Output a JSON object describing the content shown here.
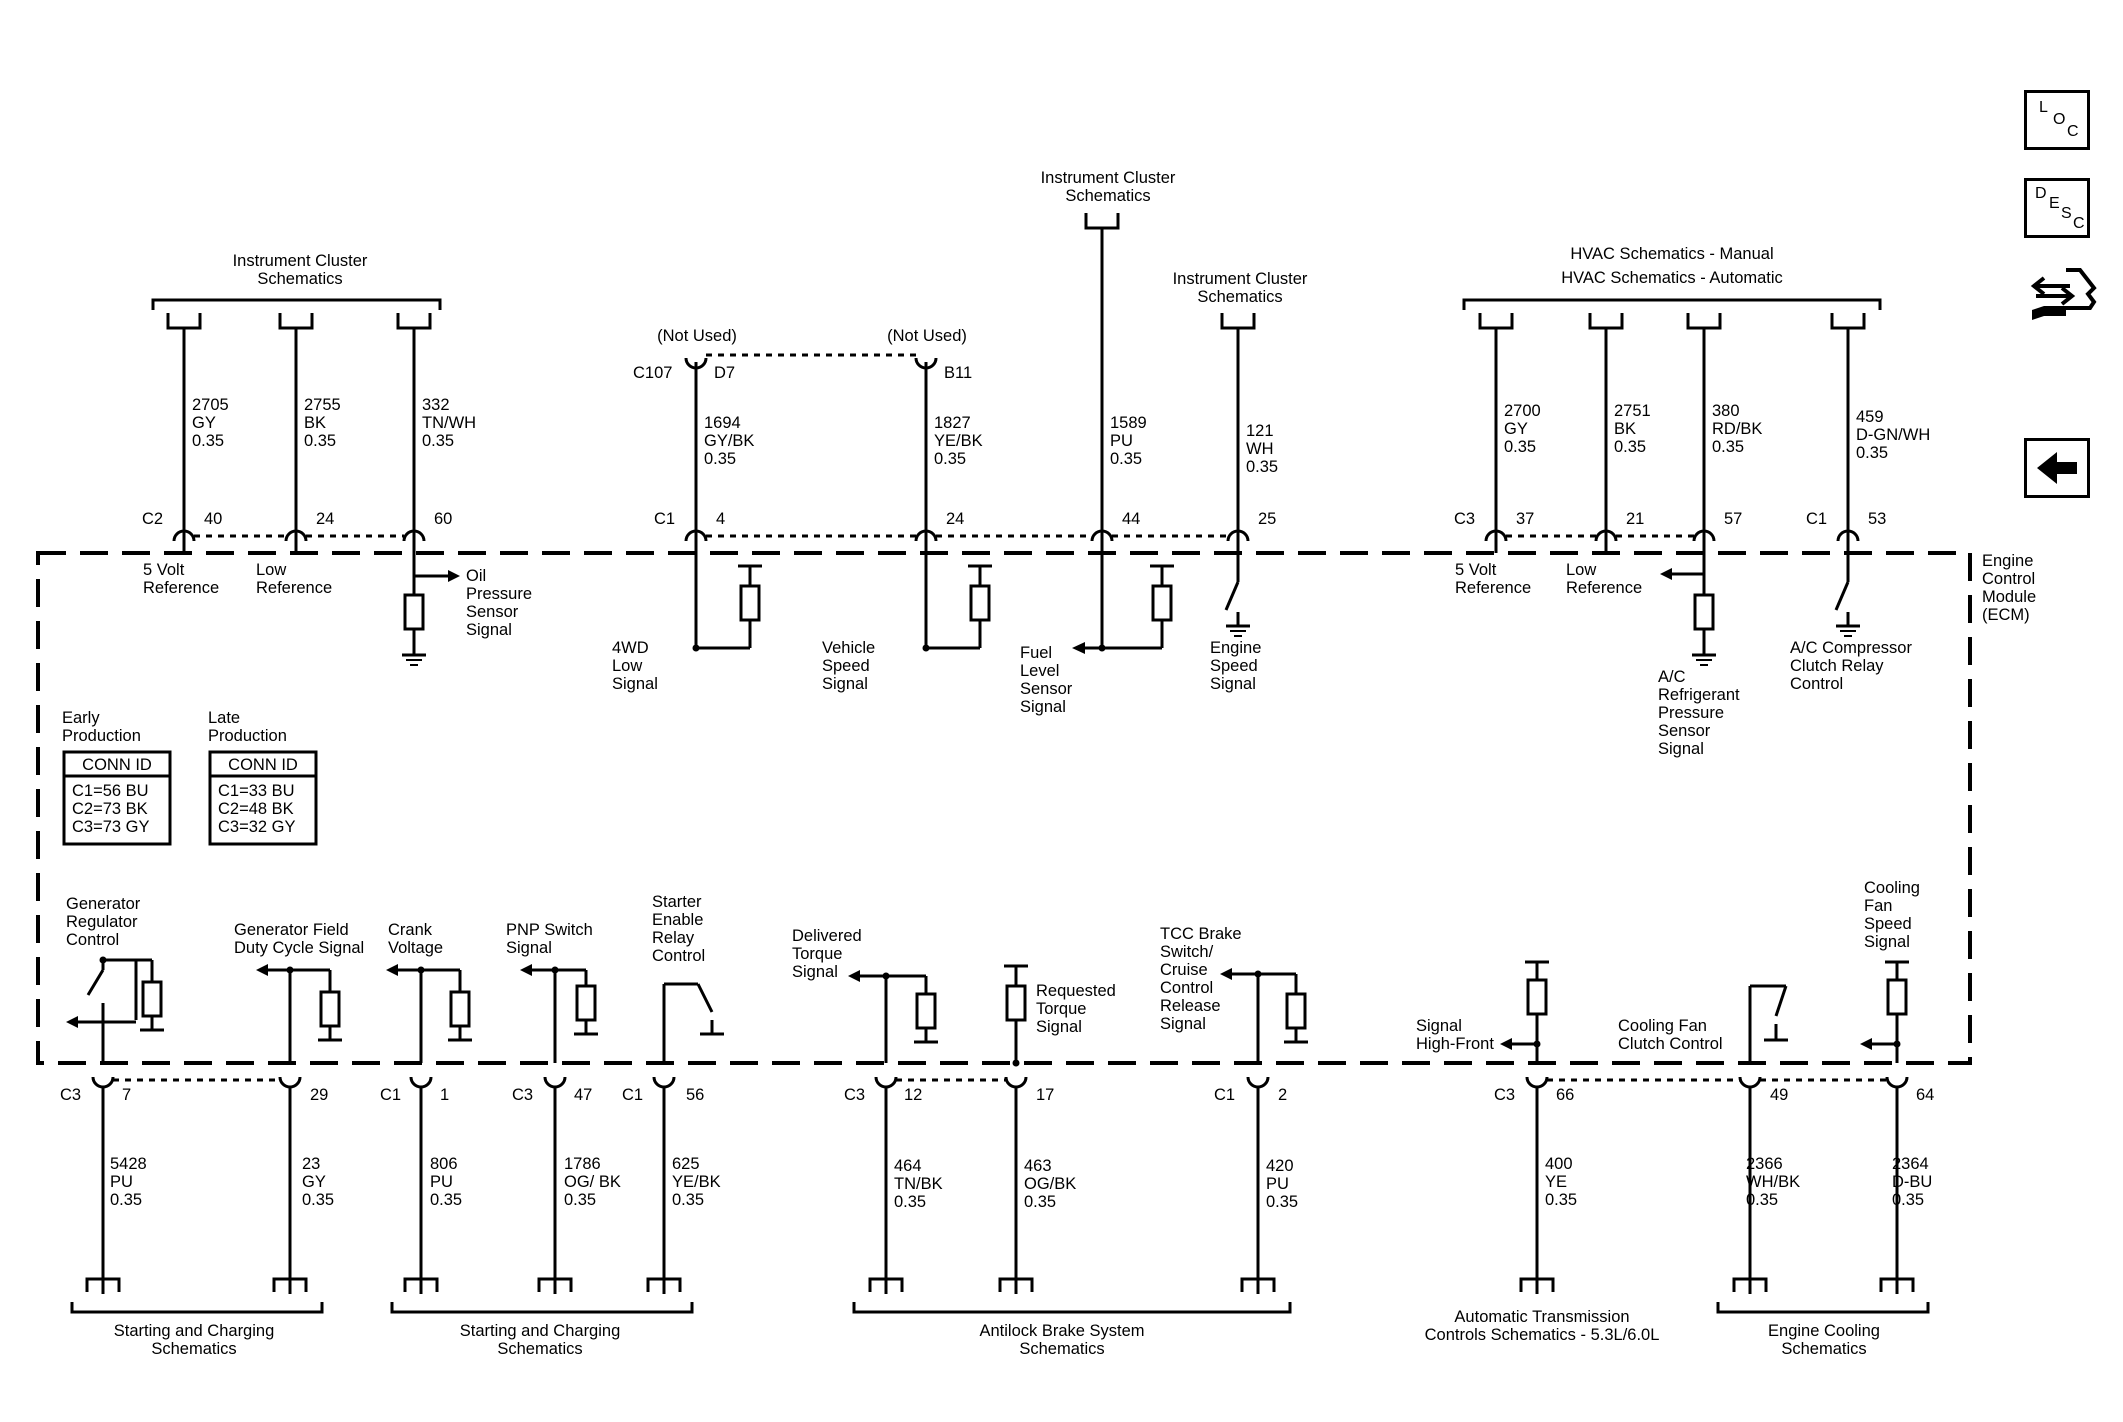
{
  "labels": {
    "ic_left": [
      "Instrument Cluster",
      "Schematics"
    ],
    "ic_top": [
      "Instrument Cluster",
      "Schematics"
    ],
    "ic_mid": [
      "Instrument Cluster",
      "Schematics"
    ],
    "hvac": [
      "HVAC Schematics - Manual",
      "HVAC Schematics - Automatic"
    ],
    "not_used": "(Not Used)",
    "c107": "C107",
    "d7": "D7",
    "b11": "B11",
    "ecm": [
      "Engine",
      "Control",
      "Module",
      "(ECM)"
    ],
    "early_production": [
      "Early",
      "Production"
    ],
    "late_production": [
      "Late",
      "Production"
    ],
    "conn_id": "CONN ID",
    "early_rows": [
      "C1=56 BU",
      "C2=73 BK",
      "C3=73 GY"
    ],
    "late_rows": [
      "C1=33 BU",
      "C2=48 BK",
      "C3=32 GY"
    ]
  },
  "top_wires": [
    {
      "id": "2705",
      "wire": [
        "2705",
        "GY",
        "0.35"
      ],
      "conn": "C2",
      "pin": "40",
      "signal": [
        "5 Volt",
        "Reference"
      ]
    },
    {
      "id": "2755",
      "wire": [
        "2755",
        "BK",
        "0.35"
      ],
      "pin": "24",
      "signal": [
        "Low",
        "Reference"
      ]
    },
    {
      "id": "332",
      "wire": [
        "332",
        "TN/WH",
        "0.35"
      ],
      "pin": "60",
      "signal": [
        "Oil",
        "Pressure",
        "Sensor",
        "Signal"
      ]
    },
    {
      "id": "1694",
      "wire": [
        "1694",
        "GY/BK",
        "0.35"
      ],
      "conn": "C1",
      "pin": "4",
      "signal": [
        "4WD",
        "Low",
        "Signal"
      ]
    },
    {
      "id": "1827",
      "wire": [
        "1827",
        "YE/BK",
        "0.35"
      ],
      "pin": "24",
      "signal": [
        "Vehicle",
        "Speed",
        "Signal"
      ]
    },
    {
      "id": "1589",
      "wire": [
        "1589",
        "PU",
        "0.35"
      ],
      "pin": "44",
      "signal": [
        "Fuel",
        "Level",
        "Sensor",
        "Signal"
      ]
    },
    {
      "id": "121",
      "wire": [
        "121",
        "WH",
        "0.35"
      ],
      "pin": "25",
      "signal": [
        "Engine",
        "Speed",
        "Signal"
      ]
    },
    {
      "id": "2700",
      "wire": [
        "2700",
        "GY",
        "0.35"
      ],
      "conn": "C3",
      "pin": "37",
      "signal": [
        "5 Volt",
        "Reference"
      ]
    },
    {
      "id": "2751",
      "wire": [
        "2751",
        "BK",
        "0.35"
      ],
      "pin": "21",
      "signal": [
        "Low",
        "Reference"
      ]
    },
    {
      "id": "380",
      "wire": [
        "380",
        "RD/BK",
        "0.35"
      ],
      "pin": "57",
      "signal": [
        "A/C",
        "Refrigerant",
        "Pressure",
        "Sensor",
        "Signal"
      ]
    },
    {
      "id": "459",
      "wire": [
        "459",
        "D-GN/WH",
        "0.35"
      ],
      "conn": "C1",
      "pin": "53",
      "signal": [
        "A/C Compressor",
        "Clutch Relay",
        "Control"
      ]
    }
  ],
  "bottom_wires": [
    {
      "id": "5428",
      "wire": [
        "5428",
        "PU",
        "0.35"
      ],
      "conn": "C3",
      "pin": "7",
      "signal": [
        "Generator",
        "Regulator",
        "Control"
      ]
    },
    {
      "id": "23",
      "wire": [
        "23",
        "GY",
        "0.35"
      ],
      "pin": "29",
      "signal": [
        "Generator Field",
        "Duty Cycle Signal"
      ]
    },
    {
      "id": "806",
      "wire": [
        "806",
        "PU",
        "0.35"
      ],
      "conn": "C1",
      "pin": "1",
      "signal": [
        "Crank",
        "Voltage"
      ]
    },
    {
      "id": "1786",
      "wire": [
        "1786",
        "OG/ BK",
        "0.35"
      ],
      "conn": "C3",
      "pin": "47",
      "signal": [
        "PNP Switch",
        "Signal"
      ]
    },
    {
      "id": "625",
      "wire": [
        "625",
        "YE/BK",
        "0.35"
      ],
      "conn": "C1",
      "pin": "56",
      "signal": [
        "Starter",
        "Enable",
        "Relay",
        "Control"
      ]
    },
    {
      "id": "464",
      "wire": [
        "464",
        "TN/BK",
        "0.35"
      ],
      "conn": "C3",
      "pin": "12",
      "signal": [
        "Delivered",
        "Torque",
        "Signal"
      ]
    },
    {
      "id": "463",
      "wire": [
        "463",
        "OG/BK",
        "0.35"
      ],
      "pin": "17",
      "signal": [
        "Requested",
        "Torque",
        "Signal"
      ]
    },
    {
      "id": "420",
      "wire": [
        "420",
        "PU",
        "0.35"
      ],
      "conn": "C1",
      "pin": "2",
      "signal": [
        "TCC Brake",
        "Switch/",
        "Cruise",
        "Control",
        "Release",
        "Signal"
      ]
    },
    {
      "id": "400",
      "wire": [
        "400",
        "YE",
        "0.35"
      ],
      "conn": "C3",
      "pin": "66",
      "signal": [
        "Signal",
        "High-Front"
      ]
    },
    {
      "id": "2366",
      "wire": [
        "2366",
        "WH/BK",
        "0.35"
      ],
      "pin": "49",
      "signal": [
        "Cooling Fan",
        "Clutch Control"
      ]
    },
    {
      "id": "2364",
      "wire": [
        "2364",
        "D-BU",
        "0.35"
      ],
      "pin": "64",
      "signal": [
        "Cooling",
        "Fan",
        "Speed",
        "Signal"
      ]
    }
  ],
  "destinations": {
    "start_charge_1": [
      "Starting and Charging",
      "Schematics"
    ],
    "start_charge_2": [
      "Starting and Charging",
      "Schematics"
    ],
    "abs": [
      "Antilock Brake System",
      "Schematics"
    ],
    "trans": [
      "Automatic Transmission",
      "Controls Schematics - 5.3L/6.0L"
    ],
    "cooling": [
      "Engine Cooling",
      "Schematics"
    ]
  },
  "nav": {
    "loc": [
      "L",
      "O",
      "C"
    ],
    "desc": [
      "D",
      "E",
      "S",
      "C"
    ],
    "connector_icon": "connector-icon",
    "back_icon": "back-arrow-icon"
  }
}
